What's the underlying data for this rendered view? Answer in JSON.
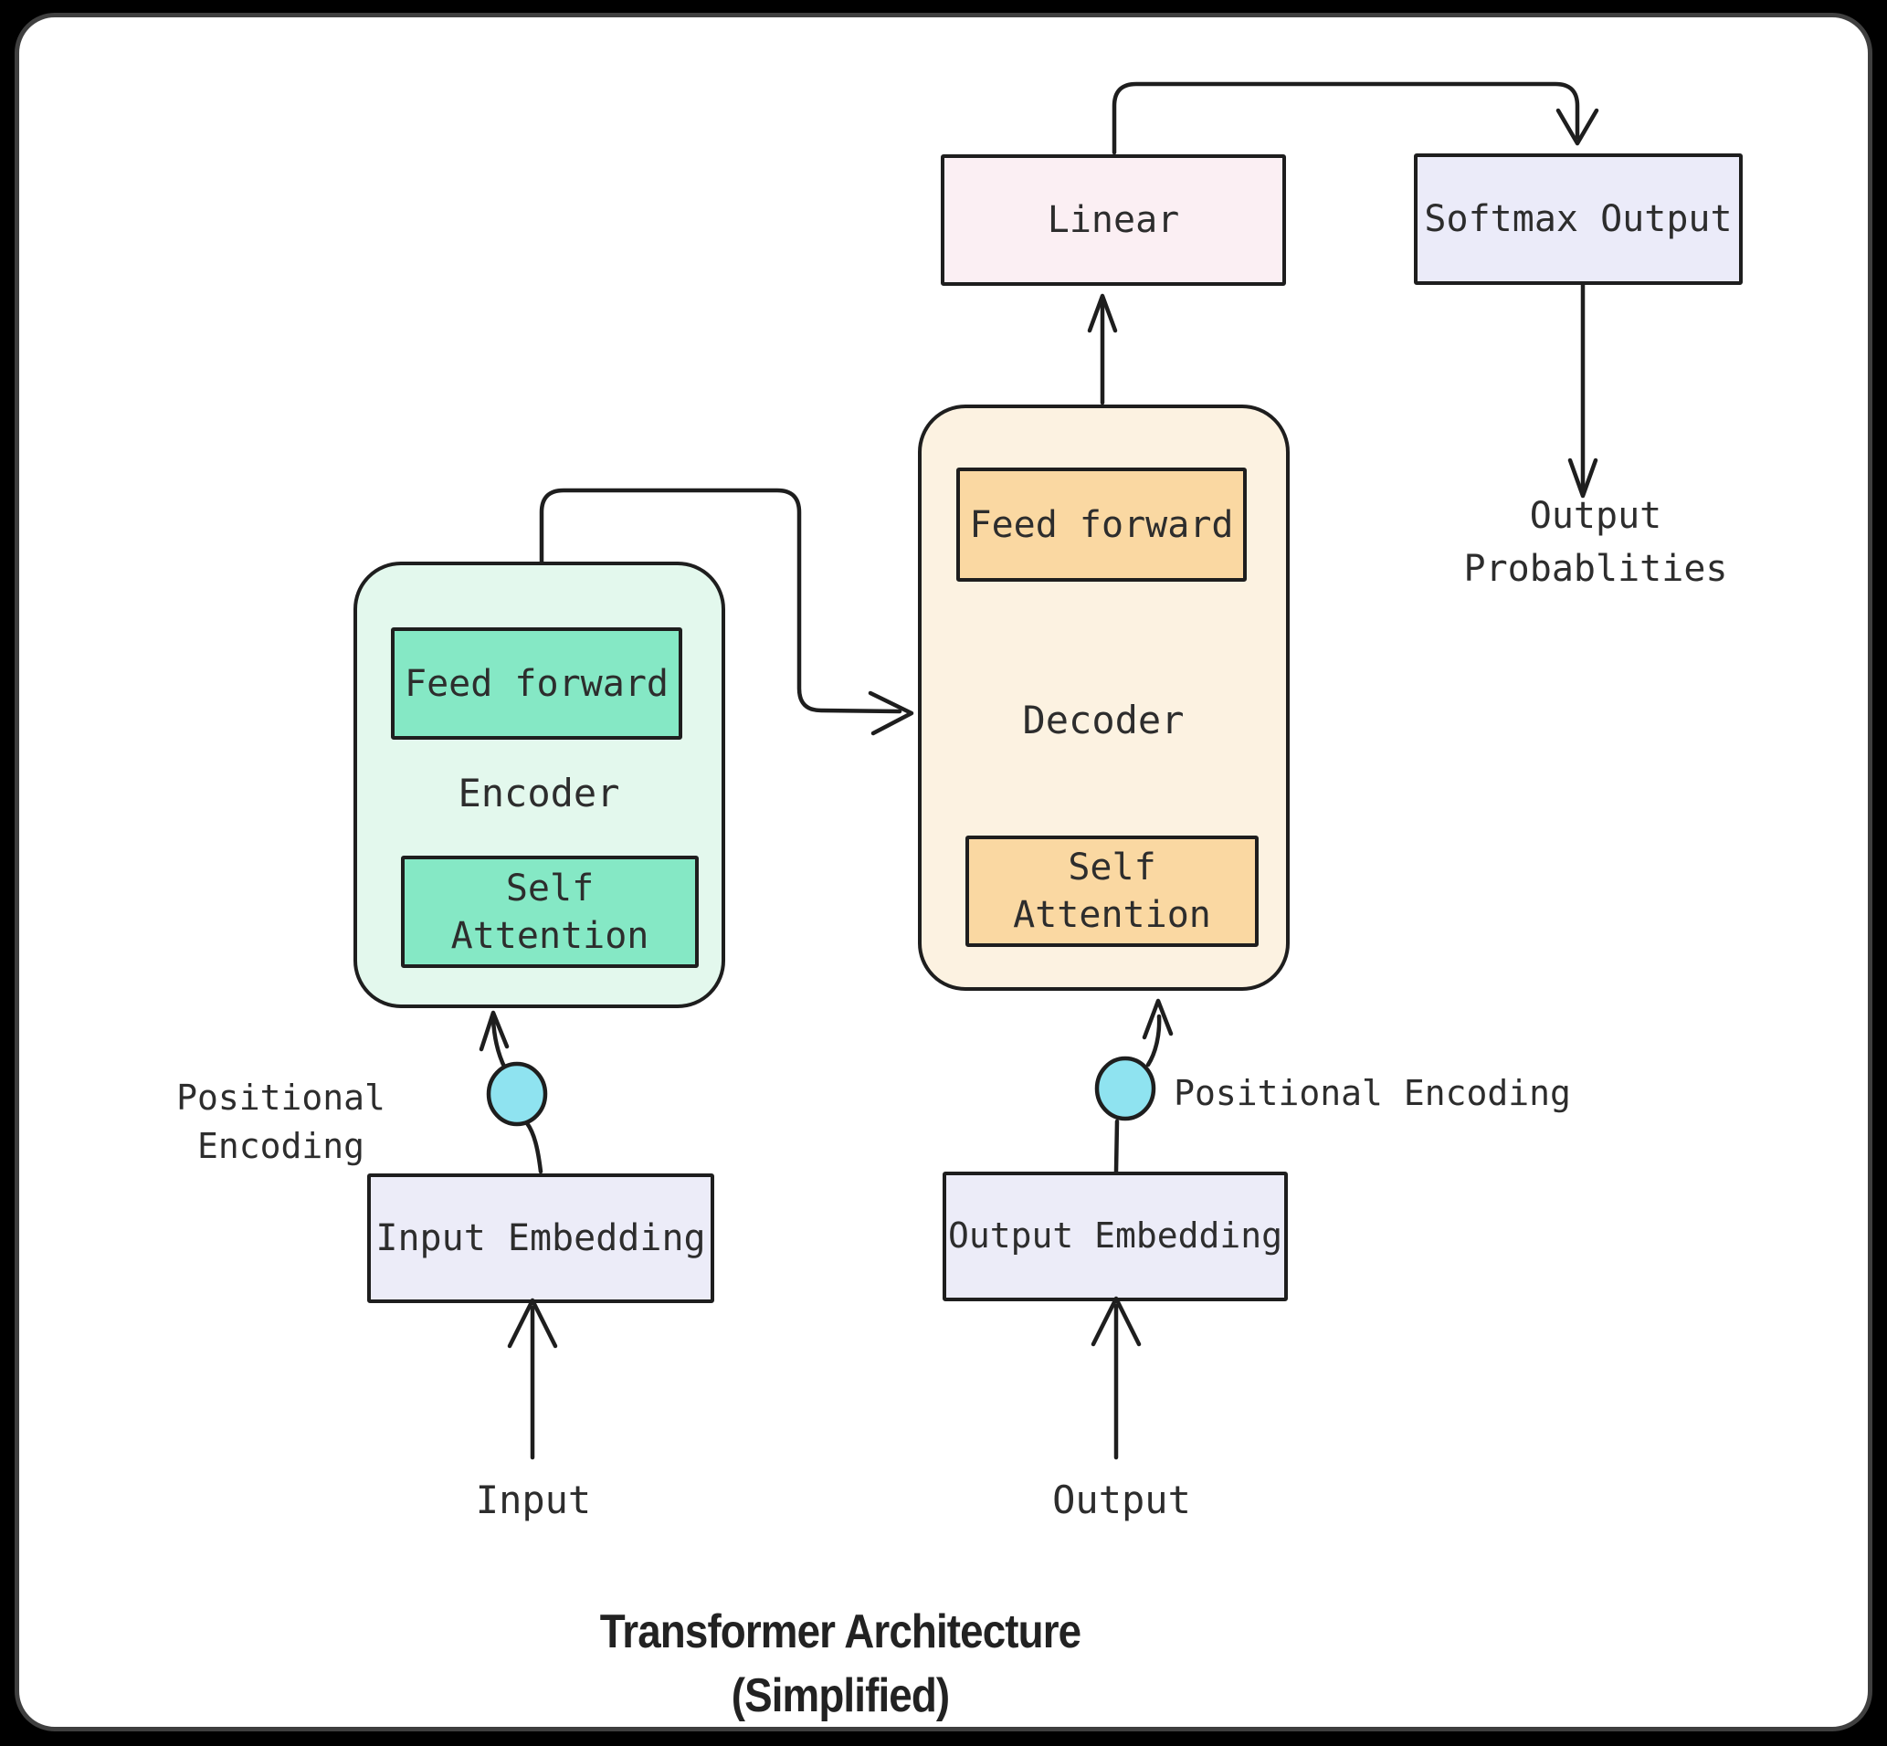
{
  "title": {
    "line1": "Transformer Architecture",
    "line2": "(Simplified)"
  },
  "nodes": {
    "linear": {
      "label": "Linear"
    },
    "softmax_output": {
      "label": "Softmax Output"
    },
    "output_probablities": {
      "line1": "Output",
      "line2": "Probablities"
    },
    "encoder": {
      "label": "Encoder",
      "feed_forward": "Feed forward",
      "self_attention": {
        "line1": "Self",
        "line2": "Attention"
      }
    },
    "decoder": {
      "label": "Decoder",
      "feed_forward": "Feed forward",
      "self_attention": {
        "line1": "Self",
        "line2": "Attention"
      }
    },
    "input_embedding": {
      "label": "Input Embedding"
    },
    "output_embedding": {
      "label": "Output Embedding"
    },
    "positional_encoding_left": {
      "label": "Positional Encoding"
    },
    "positional_encoding_right": {
      "label": "Positional Encoding"
    },
    "input": {
      "label": "Input"
    },
    "output": {
      "label": "Output"
    }
  },
  "colors": {
    "page_bg": "#000000",
    "frame_bg": "#ffffff",
    "frame_border": "#3f3f3f",
    "line": "#1e1e1e",
    "text": "#2d2d2d",
    "linear_fill": "#fbeff3",
    "softmax_fill": "#ebebf9",
    "embedding_fill": "#ececf8",
    "encoder_fill": "#e3f8ed",
    "encoder_inner_fill": "#85e8c5",
    "decoder_fill": "#fcf2e1",
    "decoder_inner_fill": "#fad8a2",
    "circle_fill": "#8fe3f0"
  }
}
